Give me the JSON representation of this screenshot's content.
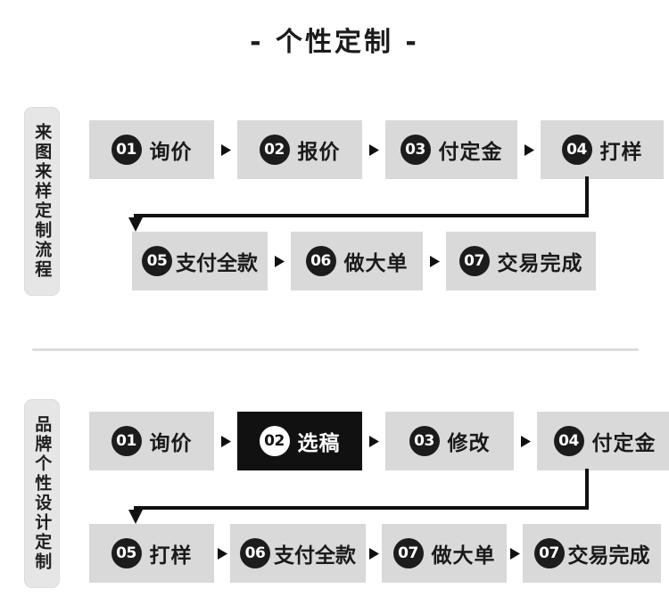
{
  "page": {
    "title": "- 个性定制 -"
  },
  "divider": {
    "name": "section-divider"
  },
  "icons": {
    "arrow_separator": "triangle-right-icon",
    "elbow_connector": "elbow-arrow-icon"
  },
  "sections": [
    {
      "id": "section-1",
      "side_label": "来图来样定制流程",
      "rows": [
        {
          "id": "s1-row-1",
          "steps": [
            {
              "num": "01",
              "label": "询价",
              "width": 140,
              "active": false,
              "tight": false
            },
            {
              "num": "02",
              "label": "报价",
              "width": 140,
              "active": false,
              "tight": false
            },
            {
              "num": "03",
              "label": "付定金",
              "width": 148,
              "active": false,
              "tight": false
            },
            {
              "num": "04",
              "label": "打样",
              "width": 138,
              "active": false,
              "tight": false
            }
          ]
        },
        {
          "id": "s1-row-2",
          "steps": [
            {
              "num": "05",
              "label": "支付全款",
              "width": 152,
              "active": false,
              "tight": true
            },
            {
              "num": "06",
              "label": "做大单",
              "width": 148,
              "active": false,
              "tight": false
            },
            {
              "num": "07",
              "label": "交易完成",
              "width": 168,
              "active": false,
              "tight": false
            }
          ]
        }
      ]
    },
    {
      "id": "section-2",
      "side_label": "品牌个性设计定制",
      "rows": [
        {
          "id": "s2-row-1",
          "steps": [
            {
              "num": "01",
              "label": "询价",
              "width": 140,
              "active": false,
              "tight": false
            },
            {
              "num": "02",
              "label": "选稿",
              "width": 140,
              "active": true,
              "tight": false
            },
            {
              "num": "03",
              "label": "修改",
              "width": 144,
              "active": false,
              "tight": false
            },
            {
              "num": "04",
              "label": "付定金",
              "width": 152,
              "active": false,
              "tight": false
            }
          ]
        },
        {
          "id": "s2-row-2",
          "steps": [
            {
              "num": "05",
              "label": "打样",
              "width": 140,
              "active": false,
              "tight": false
            },
            {
              "num": "06",
              "label": "支付全款",
              "width": 152,
              "active": false,
              "tight": true
            },
            {
              "num": "07",
              "label": "做大单",
              "width": 140,
              "active": false,
              "tight": false
            },
            {
              "num": "07",
              "label": "交易完成",
              "width": 155,
              "active": false,
              "tight": true
            }
          ]
        }
      ]
    }
  ]
}
